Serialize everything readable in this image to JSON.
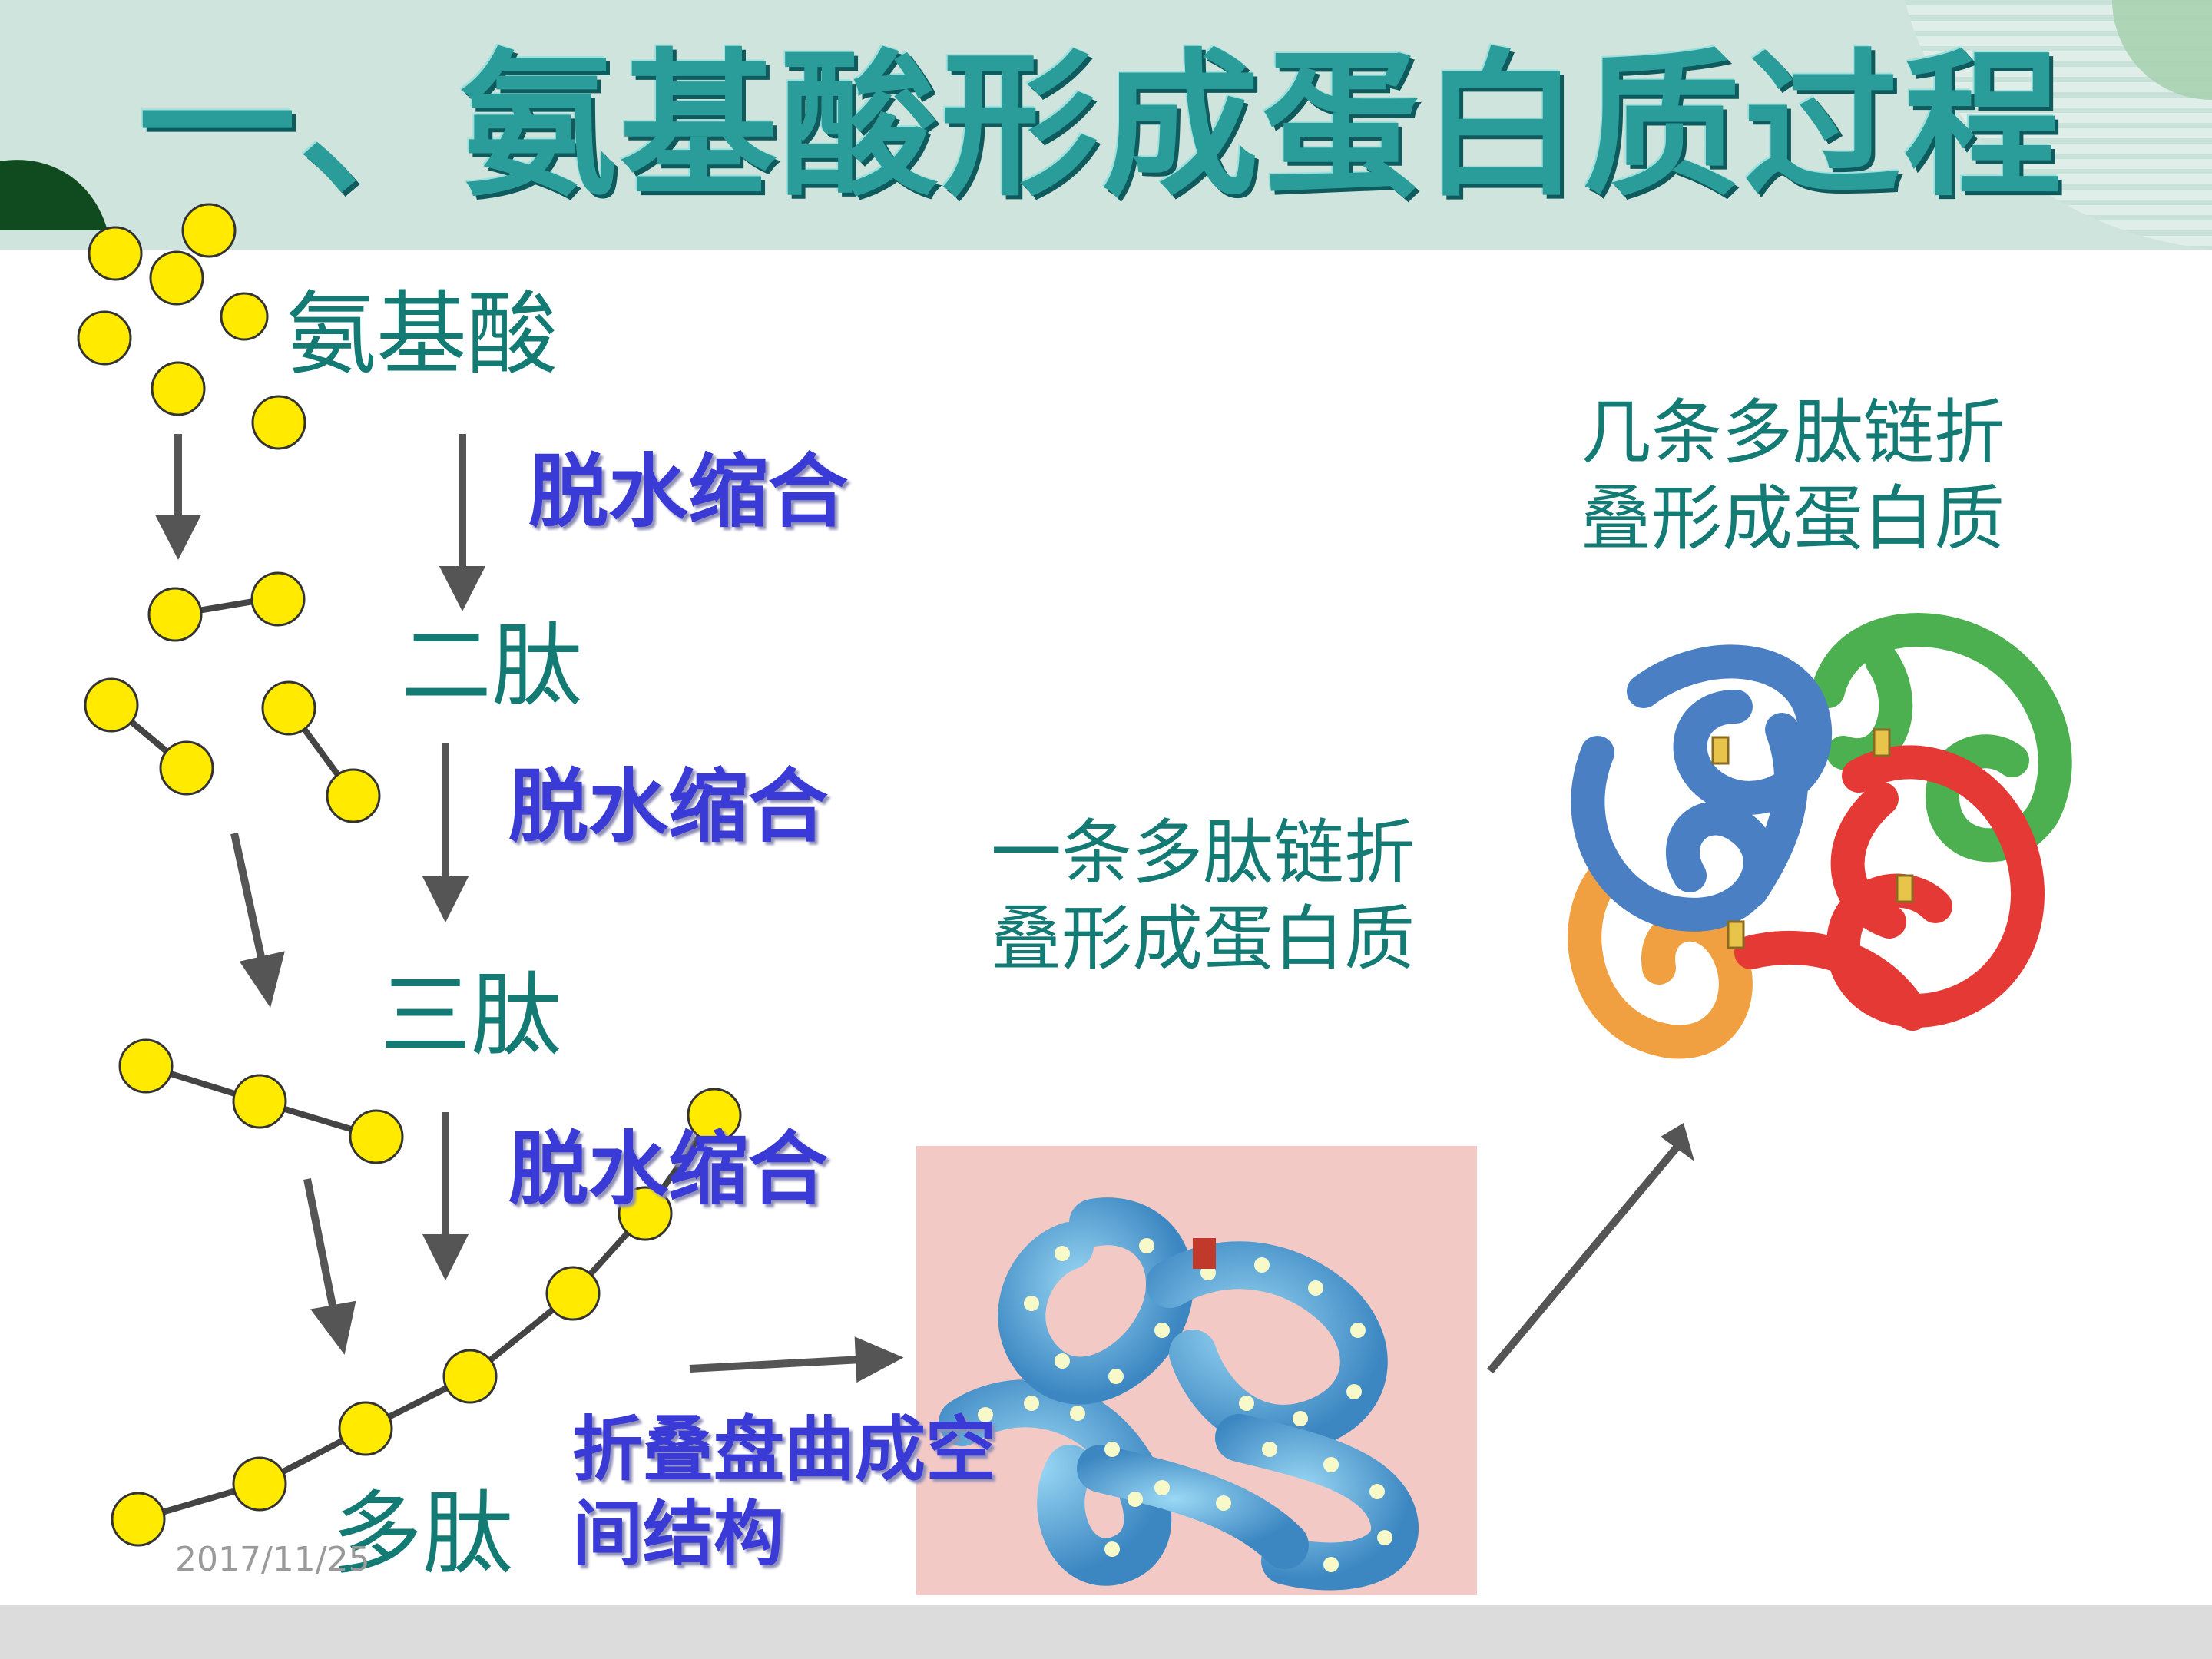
{
  "slide": {
    "title": "一、氨基酸形成蛋白质过程",
    "date": "2017/11/25"
  },
  "stages": {
    "amino_acid": "氨基酸",
    "dipeptide": "二肽",
    "tripeptide": "三肽",
    "polypeptide": "多肽"
  },
  "processes": {
    "condensation_1": "脱水缩合",
    "condensation_2": "脱水缩合",
    "condensation_3": "脱水缩合",
    "folding": "折叠盘曲成空间结构"
  },
  "captions": {
    "single_chain": "一条多肽链折叠形成蛋白质",
    "multi_chain": "几条多肽链折叠形成蛋白质"
  },
  "colors": {
    "title": "#2a9d9b",
    "label_teal": "#137a74",
    "process_blue": "#3a3ad6",
    "bead_yellow": "#ffea00",
    "arrow_gray": "#555555",
    "chain_blue": "#4a7fc4",
    "chain_green": "#4caf50",
    "chain_red": "#e53935",
    "chain_orange": "#f0a040"
  }
}
